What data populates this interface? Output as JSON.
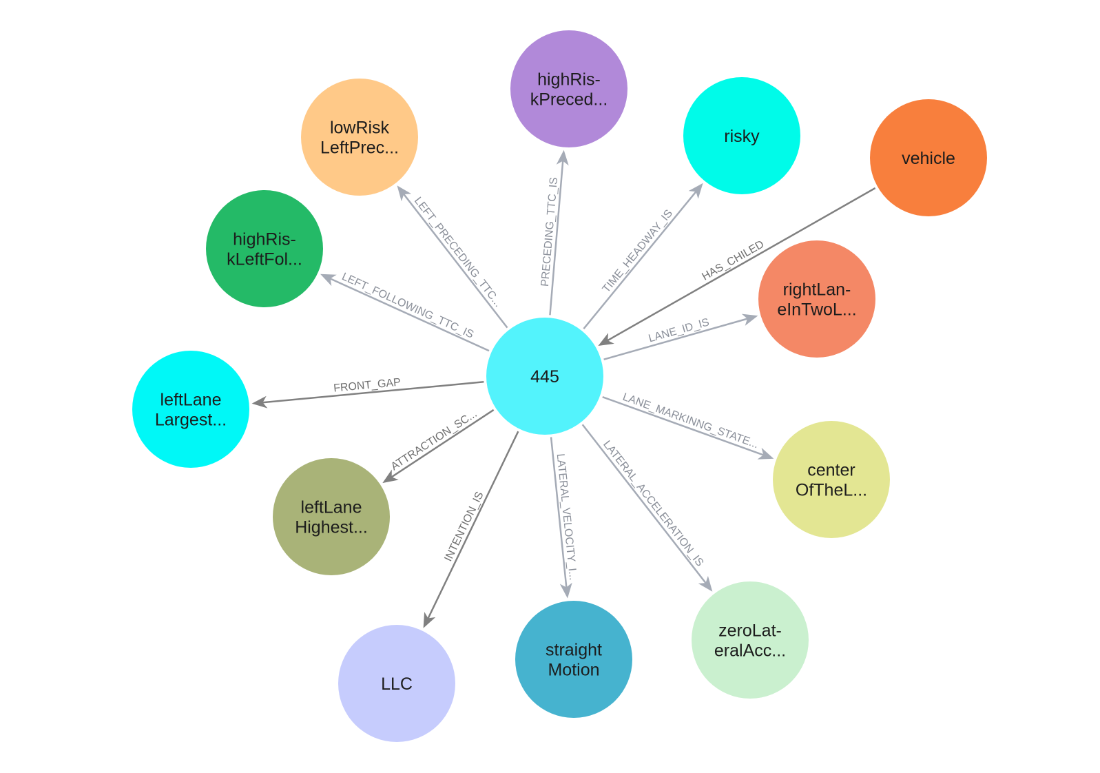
{
  "graph": {
    "center": {
      "id": "c",
      "label": "445",
      "color": "#53F3FC"
    },
    "nodes": [
      {
        "id": "n1",
        "lines": [
          "highRis-",
          "kPreced..."
        ],
        "color": "#B189D9"
      },
      {
        "id": "n2",
        "lines": [
          "lowRisk",
          "LeftPrec..."
        ],
        "color": "#FFC988"
      },
      {
        "id": "n3",
        "lines": [
          "risky"
        ],
        "color": "#00FBE9"
      },
      {
        "id": "n4",
        "lines": [
          "vehicle"
        ],
        "color": "#F87F3D"
      },
      {
        "id": "n5",
        "lines": [
          "highRis-",
          "kLeftFol..."
        ],
        "color": "#24BA67"
      },
      {
        "id": "n6",
        "lines": [
          "rightLan-",
          "eInTwoL..."
        ],
        "color": "#F48866"
      },
      {
        "id": "n7",
        "lines": [
          "leftLane",
          "Largest..."
        ],
        "color": "#00F8F7"
      },
      {
        "id": "n8",
        "lines": [
          "center",
          "OfTheL..."
        ],
        "color": "#E3E693"
      },
      {
        "id": "n9",
        "lines": [
          "leftLane",
          "Highest..."
        ],
        "color": "#A9B378"
      },
      {
        "id": "n10",
        "lines": [
          "zeroLat-",
          "eralAcc..."
        ],
        "color": "#CAF0CF"
      },
      {
        "id": "n11",
        "lines": [
          "LLC"
        ],
        "color": "#C6CCFD"
      },
      {
        "id": "n12",
        "lines": [
          "straight",
          "Motion"
        ],
        "color": "#46B3CF"
      }
    ],
    "edges": [
      {
        "from": "c",
        "to": "n1",
        "label": "PRECEDING_TTC_IS",
        "color": "#A5ABB6"
      },
      {
        "from": "c",
        "to": "n2",
        "label": "LEFT_PRECEDING_TTC...",
        "color": "#A5ABB6"
      },
      {
        "from": "c",
        "to": "n3",
        "label": "TIME_HEADWAY_IS",
        "color": "#A5ABB6"
      },
      {
        "from": "n4",
        "to": "c",
        "label": "HAS_CHILED",
        "color": "#808080"
      },
      {
        "from": "c",
        "to": "n5",
        "label": "LEFT_FOLLOWING_TTC_IS",
        "color": "#A5ABB6"
      },
      {
        "from": "c",
        "to": "n6",
        "label": "LANE_ID_IS",
        "color": "#A5ABB6"
      },
      {
        "from": "c",
        "to": "n7",
        "label": "FRONT_GAP",
        "color": "#808080"
      },
      {
        "from": "c",
        "to": "n8",
        "label": "LANE_MARKINNG_STATE...",
        "color": "#A5ABB6"
      },
      {
        "from": "c",
        "to": "n9",
        "label": "ATTRACTION_SC...",
        "color": "#808080"
      },
      {
        "from": "c",
        "to": "n10",
        "label": "LATERAL_ACCELERATION_IS",
        "color": "#A5ABB6"
      },
      {
        "from": "c",
        "to": "n11",
        "label": "INTENTION_IS",
        "color": "#808080"
      },
      {
        "from": "c",
        "to": "n12",
        "label": "LATERAL_VELOCITY_I...",
        "color": "#A5ABB6"
      }
    ]
  }
}
